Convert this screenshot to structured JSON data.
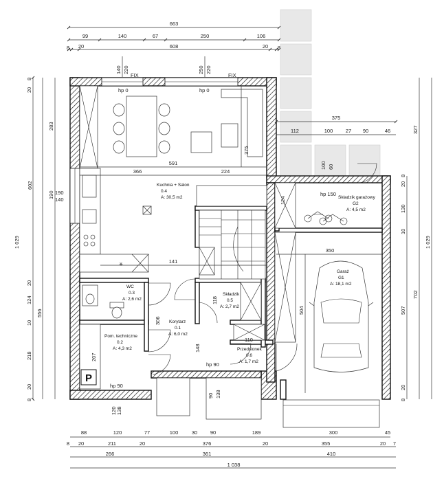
{
  "dimensions": {
    "top_total": "663",
    "top_segments": [
      "99",
      "140",
      "67",
      "250",
      "106"
    ],
    "top_inner": [
      "8",
      "20",
      "608",
      "20",
      "8"
    ],
    "bottom_row1": [
      "88",
      "120",
      "77",
      "100",
      "30",
      "90",
      "189",
      "300",
      "45"
    ],
    "bottom_row2": [
      "8",
      "20",
      "211",
      "20",
      "376",
      "20",
      "355",
      "20",
      "7"
    ],
    "bottom_row3": [
      "266",
      "361",
      "410"
    ],
    "bottom_total": "1 038",
    "left_outer": [
      "20",
      "283",
      "190",
      "20",
      "124",
      "10",
      "218",
      "20"
    ],
    "left_outer_ends": [
      "8",
      "8"
    ],
    "left_mid": [
      "602",
      "556"
    ],
    "left_total": "1 029",
    "right_top": "327",
    "right_mid": "702",
    "right_inner": [
      "8",
      "20",
      "130",
      "10",
      "507",
      "20",
      "8"
    ],
    "right_total": "1 029",
    "garage_top": "375",
    "garage_segments": [
      "112",
      "100",
      "27",
      "90",
      "46"
    ],
    "window_left": [
      "190",
      "140"
    ],
    "window_top_a": [
      "140",
      "220"
    ],
    "window_top_b": [
      "250",
      "220"
    ],
    "window_garage": [
      "100",
      "60"
    ],
    "door_bottom_a": [
      "120",
      "138"
    ],
    "door_bottom_b": [
      "90",
      "138"
    ]
  },
  "labels": {
    "fix_a": "FIX",
    "fix_b": "FIX",
    "hp0_a": "hp 0",
    "hp0_b": "hp 0",
    "hp150": "hp 150",
    "hp90_a": "hp 90",
    "hp90_b": "hp 90",
    "d591": "591",
    "d366": "366",
    "d224": "224",
    "d375v": "375",
    "d141": "141",
    "d118": "118",
    "d306": "306",
    "d148": "148",
    "d110": "110",
    "d207": "207",
    "d124": "124",
    "d350": "350",
    "d504": "504",
    "parking": "P"
  },
  "rooms": [
    {
      "name": "Kuchnia + Salon",
      "num": "0.4",
      "area": "A: 30,5 m2"
    },
    {
      "name": "WC",
      "num": "0.3",
      "area": "A: 2,6 m2"
    },
    {
      "name": "Składzik",
      "num": "0.5",
      "area": "A: 2,7 m2"
    },
    {
      "name": "Korytarz",
      "num": "0.1",
      "area": "A: 6,0 m2"
    },
    {
      "name": "Pom. techniczne",
      "num": "0.2",
      "area": "A: 4,3 m2"
    },
    {
      "name": "Przedsionek",
      "num": "0.6",
      "area": "A: 1,7 m2"
    },
    {
      "name": "Składzik garażowy",
      "num": "G2",
      "area": "A: 4,5 m2"
    },
    {
      "name": "Garaż",
      "num": "G1",
      "area": "A: 18,1 m2"
    }
  ]
}
